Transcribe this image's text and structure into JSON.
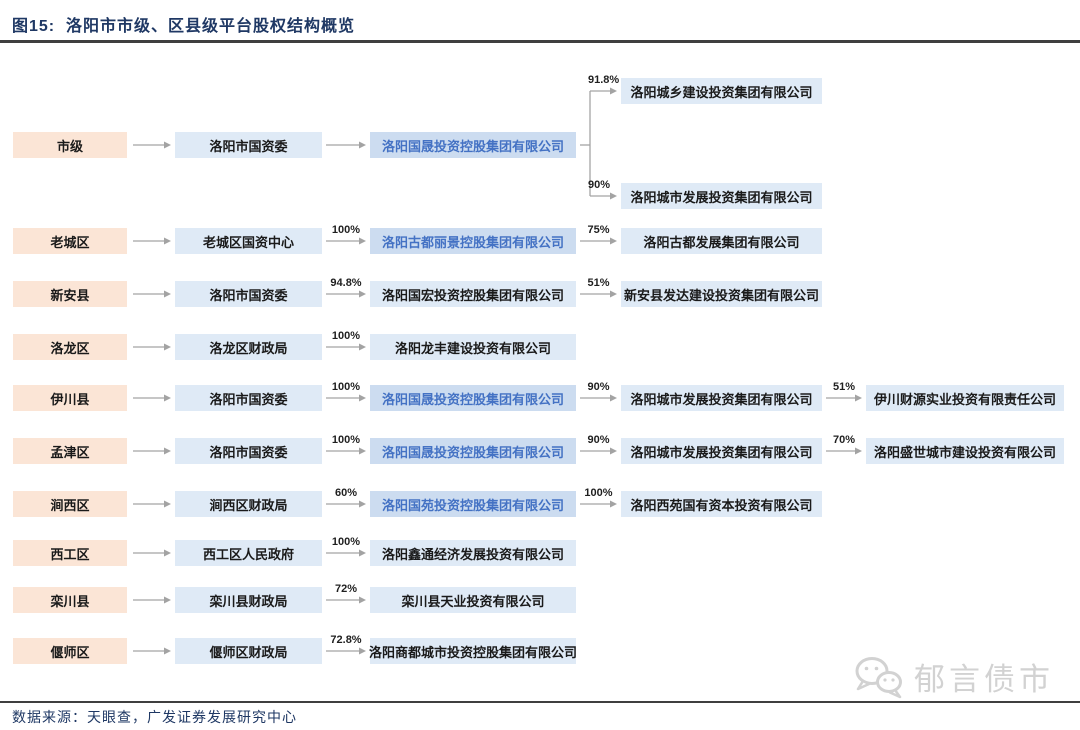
{
  "page": {
    "title": "图15:  洛阳市市级、区县级平台股权结构概览",
    "source_note": "数据来源：天眼查，广发证券发展研究中心",
    "watermark": "郁言债市"
  },
  "colors": {
    "title_navy": "#1f3864",
    "region_fill": "#fbe5d6",
    "entity_fill": "#dfeaf6",
    "holding_fill": "#ccdcf0",
    "holding_text": "#4472c4",
    "arrow_gray": "#a3a3a3",
    "rule_dark": "#3f3f3f",
    "watermark_gray": "#d2d2d2"
  },
  "chart_data": {
    "type": "org-chart",
    "description": "洛阳市市级、区县级平台股权结构",
    "rows": [
      {
        "region": "市级",
        "gov": "洛阳市国资委",
        "chain": [
          {
            "pct": "",
            "label": "洛阳国晟投资控股集团有限公司",
            "style": "holding"
          }
        ],
        "children": [
          {
            "pct": "91.8%",
            "label": "洛阳城乡建设投资集团有限公司",
            "style": "entity"
          },
          {
            "pct": "90%",
            "label": "洛阳城市发展投资集团有限公司",
            "style": "entity"
          }
        ]
      },
      {
        "region": "老城区",
        "gov": "老城区国资中心",
        "chain": [
          {
            "pct": "100%",
            "label": "洛阳古都丽景控股集团有限公司",
            "style": "holding"
          },
          {
            "pct": "75%",
            "label": "洛阳古都发展集团有限公司",
            "style": "entity"
          }
        ]
      },
      {
        "region": "新安县",
        "gov": "洛阳市国资委",
        "chain": [
          {
            "pct": "94.8%",
            "label": "洛阳国宏投资控股集团有限公司",
            "style": "entity"
          },
          {
            "pct": "51%",
            "label": "新安县发达建设投资集团有限公司",
            "style": "entity"
          }
        ]
      },
      {
        "region": "洛龙区",
        "gov": "洛龙区财政局",
        "chain": [
          {
            "pct": "100%",
            "label": "洛阳龙丰建设投资有限公司",
            "style": "entity"
          }
        ]
      },
      {
        "region": "伊川县",
        "gov": "洛阳市国资委",
        "chain": [
          {
            "pct": "100%",
            "label": "洛阳国晟投资控股集团有限公司",
            "style": "holding"
          },
          {
            "pct": "90%",
            "label": "洛阳城市发展投资集团有限公司",
            "style": "entity"
          },
          {
            "pct": "51%",
            "label": "伊川财源实业投资有限责任公司",
            "style": "entity"
          }
        ]
      },
      {
        "region": "孟津区",
        "gov": "洛阳市国资委",
        "chain": [
          {
            "pct": "100%",
            "label": "洛阳国晟投资控股集团有限公司",
            "style": "holding"
          },
          {
            "pct": "90%",
            "label": "洛阳城市发展投资集团有限公司",
            "style": "entity"
          },
          {
            "pct": "70%",
            "label": "洛阳盛世城市建设投资有限公司",
            "style": "entity"
          }
        ]
      },
      {
        "region": "涧西区",
        "gov": "涧西区财政局",
        "chain": [
          {
            "pct": "60%",
            "label": "洛阳国苑投资控股集团有限公司",
            "style": "holding"
          },
          {
            "pct": "100%",
            "label": "洛阳西苑国有资本投资有限公司",
            "style": "entity"
          }
        ]
      },
      {
        "region": "西工区",
        "gov": "西工区人民政府",
        "chain": [
          {
            "pct": "100%",
            "label": "洛阳鑫通经济发展投资有限公司",
            "style": "entity"
          }
        ]
      },
      {
        "region": "栾川县",
        "gov": "栾川县财政局",
        "chain": [
          {
            "pct": "72%",
            "label": "栾川县天业投资有限公司",
            "style": "entity"
          }
        ]
      },
      {
        "region": "偃师区",
        "gov": "偃师区财政局",
        "chain": [
          {
            "pct": "72.8%",
            "label": "洛阳商都城市投资控股集团有限公司",
            "style": "entity"
          }
        ]
      }
    ]
  }
}
